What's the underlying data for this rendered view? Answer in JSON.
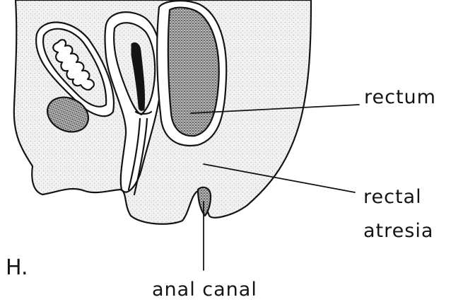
{
  "panel_label": "H.",
  "labels": {
    "rectum": "rectum",
    "rectal_atresia_line1": "rectal",
    "rectal_atresia_line2": "atresia",
    "anal_canal": "anal canal"
  },
  "colors": {
    "ink": "#141414",
    "background": "#ffffff",
    "stipple": "#f2f2f2"
  }
}
